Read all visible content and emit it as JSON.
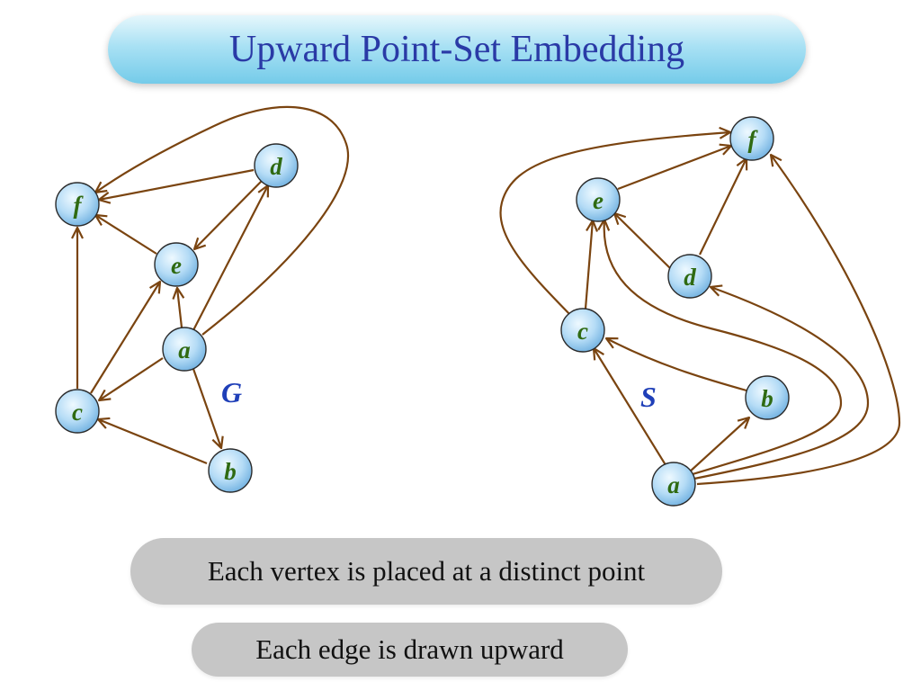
{
  "title": "Upward Point-Set Embedding",
  "graph_label": "G",
  "set_label": "S",
  "vertices": [
    "a",
    "b",
    "c",
    "d",
    "e",
    "f"
  ],
  "graph_edges": [
    [
      "a",
      "b"
    ],
    [
      "a",
      "c"
    ],
    [
      "a",
      "d"
    ],
    [
      "a",
      "e"
    ],
    [
      "a",
      "f"
    ],
    [
      "b",
      "c"
    ],
    [
      "c",
      "e"
    ],
    [
      "c",
      "f"
    ],
    [
      "d",
      "e"
    ],
    [
      "d",
      "f"
    ],
    [
      "e",
      "f"
    ]
  ],
  "captions": [
    "Each vertex is placed at a distinct point",
    "Each edge is drawn upward"
  ],
  "colors": {
    "title_text": "#2a3aa6",
    "node_label": "#2f6a12",
    "edge": "#7a4410",
    "graph_name": "#1f3fb8",
    "caption_bg": "#c6c6c6"
  }
}
